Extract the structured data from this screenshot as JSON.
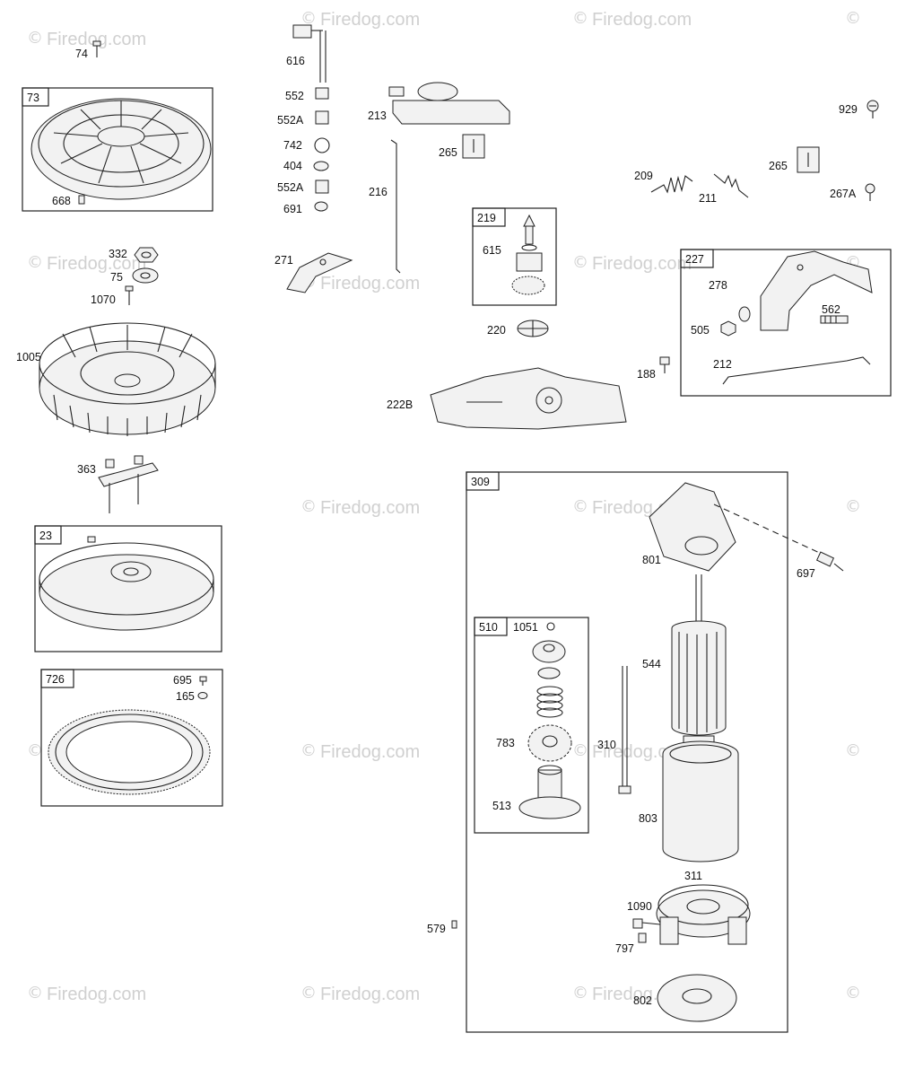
{
  "watermark": {
    "symbol": "©",
    "text": "Firedog.com"
  },
  "groups": {
    "g73": "73",
    "g219": "219",
    "g227": "227",
    "g23": "23",
    "g726": "726",
    "g309": "309",
    "g510": "510"
  },
  "labels": {
    "p74": "74",
    "p668": "668",
    "p332": "332",
    "p75": "75",
    "p1070": "1070",
    "p1005": "1005",
    "p363": "363",
    "p695": "695",
    "p165": "165",
    "p616": "616",
    "p552": "552",
    "p552A1": "552A",
    "p742": "742",
    "p404": "404",
    "p552A2": "552A",
    "p691": "691",
    "p216": "216",
    "p271": "271",
    "p213": "213",
    "p265a": "265",
    "p615": "615",
    "p220": "220",
    "p222B": "222B",
    "p929": "929",
    "p209": "209",
    "p211": "211",
    "p265b": "265",
    "p267A": "267A",
    "p278": "278",
    "p562": "562",
    "p505": "505",
    "p188": "188",
    "p212": "212",
    "p801": "801",
    "p697": "697",
    "p1051": "1051",
    "p544": "544",
    "p783": "783",
    "p310": "310",
    "p513": "513",
    "p803": "803",
    "p311": "311",
    "p1090": "1090",
    "p797": "797",
    "p579": "579",
    "p802": "802"
  }
}
